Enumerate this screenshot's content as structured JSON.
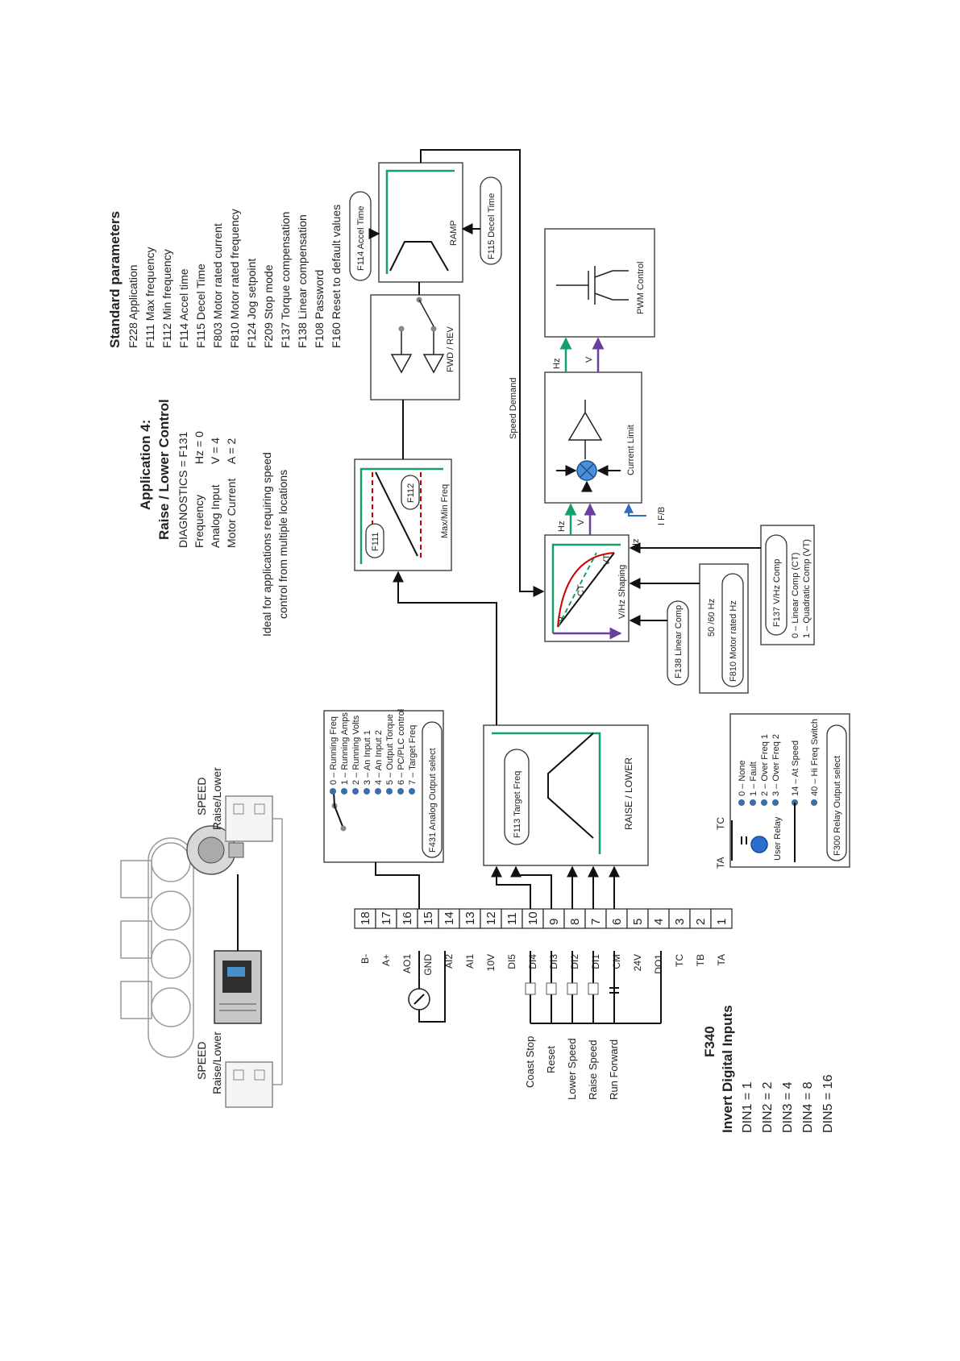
{
  "standard_parameters": {
    "title": "Standard parameters",
    "items": [
      "F228 Application",
      "F111 Max frequency",
      "F112 Min frequency",
      "F114 Accel time",
      "F115 Decel Time",
      "F803 Motor rated current",
      "F810 Motor rated frequency",
      "F124 Jog setpoint",
      "F209 Stop mode",
      "F137 Torque compensation",
      "F138 Linear compensation",
      "F108 Password",
      "F160 Reset to default values"
    ]
  },
  "application": {
    "title_line1": "Application 4:",
    "title_line2": "Raise / Lower Control",
    "diagnostics": "DIAGNOSTICS = F131",
    "diag_rows": [
      {
        "label": "Frequency",
        "value": "Hz = 0"
      },
      {
        "label": "Analog Input",
        "value": "V = 4"
      },
      {
        "label": "Motor Current",
        "value": "A = 2"
      }
    ],
    "description_line1": "Ideal for applications requiring speed",
    "description_line2": "control from multiple locations"
  },
  "conveyor": {
    "speed_label_top": "SPEED",
    "raise_lower_top": "Raise/Lower",
    "speed_label_bottom": "SPEED",
    "raise_lower_bottom": "Raise/Lower"
  },
  "blocks": {
    "ramp": "RAMP",
    "accel": "F114 Accel Time",
    "decel": "F115 Decel Time",
    "fwd_rev": "FWD / REV",
    "maxmin": "Max/Min Freq",
    "f111": "F111",
    "f112": "F112",
    "speed_demand": "Speed Demand",
    "pwm": "PWM Control",
    "current_limit": "Current Limit",
    "hz": "Hz",
    "v": "V",
    "if_b": "I F/B",
    "vhz": "V/Hz Shaping",
    "vhz_v": "V",
    "vhz_hz": "Hz",
    "ct": "CT",
    "vt": "VT",
    "f138": "F138 Linear Comp",
    "f810_top": "50 /60 Hz",
    "f810": "F810 Motor rated Hz",
    "f137": "F137 V/Hz Comp",
    "f137_opt1": "0 – Linear Comp (CT)",
    "f137_opt2": "1 – Quadratic Comp (VT)",
    "raise_lower": "RAISE / LOWER",
    "f113": "F113 Target Freq"
  },
  "analog_output": {
    "options": [
      "0 – Running Freq",
      "1 – Running Amps",
      "2 – Running Volts",
      "3 – An Input 1",
      "4 – An Input 2",
      "5 – Output Torque",
      "6 – PC/PLC control",
      "7 – Target Freq"
    ],
    "select_label": "F431 Analog Output select"
  },
  "relay": {
    "ta": "TA",
    "tc": "TC",
    "user_relay": "User Relay",
    "options": [
      "0 – None",
      "1 – Fault",
      "2 – Over Freq 1",
      "3 – Over Freq 2",
      "14 – At Speed",
      "40 – Hi Freq Switch"
    ],
    "select_label": "F300 Relay Output select"
  },
  "terminals": [
    {
      "num": "18",
      "label": "B-"
    },
    {
      "num": "17",
      "label": "A+"
    },
    {
      "num": "16",
      "label": "AO1"
    },
    {
      "num": "15",
      "label": "GND"
    },
    {
      "num": "14",
      "label": "AI2"
    },
    {
      "num": "13",
      "label": "AI1"
    },
    {
      "num": "12",
      "label": "10V"
    },
    {
      "num": "11",
      "label": "DI5"
    },
    {
      "num": "10",
      "label": "DI4"
    },
    {
      "num": "9",
      "label": "DI3"
    },
    {
      "num": "8",
      "label": "DI2"
    },
    {
      "num": "7",
      "label": "DI1"
    },
    {
      "num": "6",
      "label": "CM"
    },
    {
      "num": "5",
      "label": "24V"
    },
    {
      "num": "4",
      "label": "DO1"
    },
    {
      "num": "3",
      "label": "TC"
    },
    {
      "num": "2",
      "label": "TB"
    },
    {
      "num": "1",
      "label": "TA"
    }
  ],
  "inputs": [
    "Coast Stop",
    "Reset",
    "Lower Speed",
    "Raise Speed",
    "Run Forward"
  ],
  "invert_inputs": {
    "code": "F340",
    "title": "Invert Digital Inputs",
    "items": [
      "DIN1 = 1",
      "DIN2 = 2",
      "DIN3 = 4",
      "DIN4 = 8",
      "DIN5 = 16"
    ]
  },
  "colors": {
    "green": "#15a06a",
    "purple": "#6a3fa0",
    "red": "#cc0000",
    "blue": "#2d6cc0",
    "dot": "#3a6fa8"
  }
}
